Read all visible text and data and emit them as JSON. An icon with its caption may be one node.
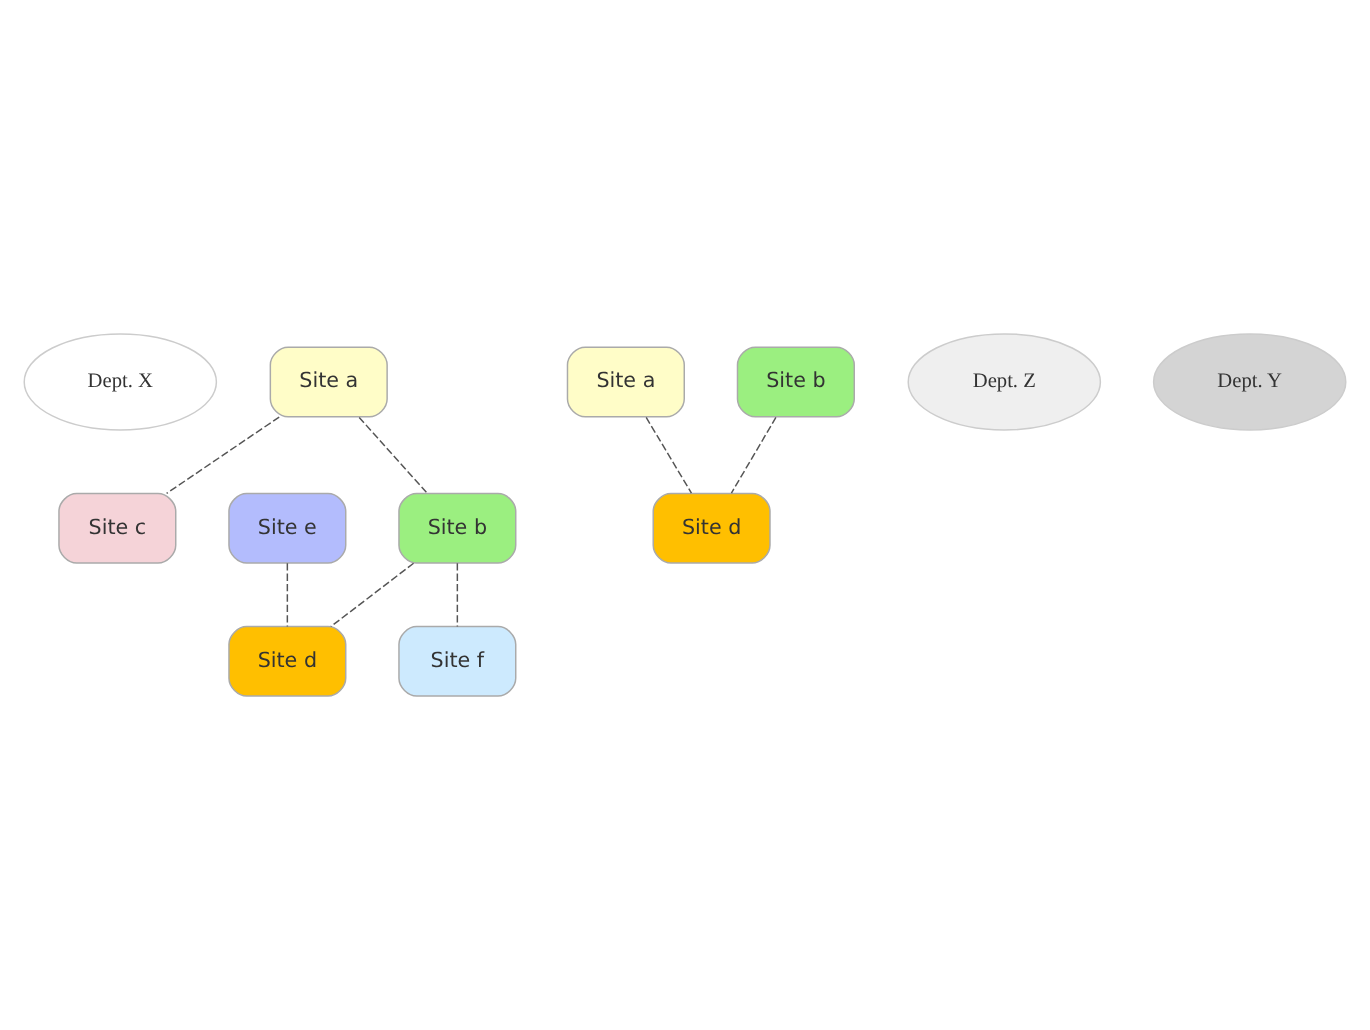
{
  "diagram": {
    "nodes": [
      {
        "text": [
          "Dept. X"
        ]
      },
      {
        "text": [
          "Site c"
        ]
      },
      {
        "text": [
          "Site a"
        ]
      },
      {
        "text": [
          "Site b"
        ]
      },
      {
        "text": [
          "Site e"
        ]
      },
      {
        "text": [
          "Site a"
        ]
      },
      {
        "text": [
          "Site b"
        ]
      },
      {
        "text": [
          "Dept. Z"
        ]
      },
      {
        "text": [
          "Site d"
        ]
      },
      {
        "text": [
          "Dept. Y"
        ]
      },
      {
        "text": [
          "Site d"
        ]
      },
      {
        "text": [
          "Site f"
        ]
      }
    ],
    "edges": [
      {
        "from": 2,
        "to": 1,
        "arrow": "none",
        "style": "dashed"
      },
      {
        "from": 2,
        "to": 3,
        "arrow": "none",
        "style": "dashed"
      },
      {
        "from": 3,
        "to": 11,
        "arrow": "none",
        "style": "dashed"
      },
      {
        "from": 3,
        "to": 8,
        "arrow": "none",
        "style": "dashed"
      },
      {
        "from": 4,
        "to": 8,
        "arrow": "none",
        "style": "dashed"
      },
      {
        "from": 5,
        "to": 10,
        "arrow": "none",
        "style": "dashed"
      },
      {
        "from": 6,
        "to": 10,
        "arrow": "none",
        "style": "dashed"
      }
    ]
  }
}
